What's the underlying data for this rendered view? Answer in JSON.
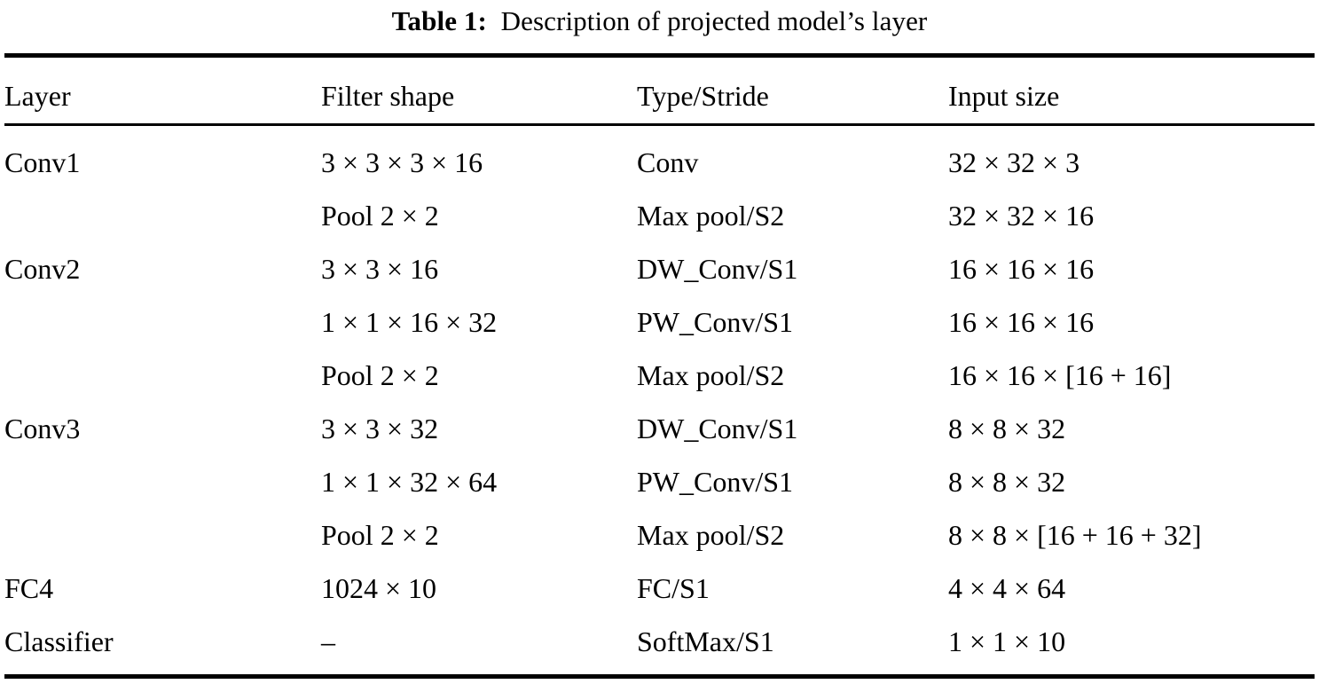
{
  "caption": {
    "label": "Table 1:",
    "text": "Description of projected model’s layer"
  },
  "table": {
    "columns": [
      "Layer",
      "Filter shape",
      "Type/Stride",
      "Input size"
    ],
    "rows": [
      {
        "layer": "Conv1",
        "filter_shape": "3 × 3 × 3 × 16",
        "type_stride": "Conv",
        "input_size": "32 × 32 × 3"
      },
      {
        "layer": "",
        "filter_shape": "Pool 2 × 2",
        "type_stride": "Max pool/S2",
        "input_size": "32 × 32 × 16"
      },
      {
        "layer": "Conv2",
        "filter_shape": "3 × 3 × 16",
        "type_stride": "DW_Conv/S1",
        "input_size": "16 × 16 × 16"
      },
      {
        "layer": "",
        "filter_shape": "1 × 1 × 16 × 32",
        "type_stride": "PW_Conv/S1",
        "input_size": "16 × 16 × 16"
      },
      {
        "layer": "",
        "filter_shape": "Pool 2 × 2",
        "type_stride": "Max pool/S2",
        "input_size": "16 × 16 × [16 + 16]"
      },
      {
        "layer": "Conv3",
        "filter_shape": "3 × 3 × 32",
        "type_stride": "DW_Conv/S1",
        "input_size": "8 × 8 × 32"
      },
      {
        "layer": "",
        "filter_shape": "1 × 1 × 32 × 64",
        "type_stride": "PW_Conv/S1",
        "input_size": "8 × 8 × 32"
      },
      {
        "layer": "",
        "filter_shape": "Pool 2 × 2",
        "type_stride": "Max pool/S2",
        "input_size": "8 × 8 × [16 + 16 + 32]"
      },
      {
        "layer": "FC4",
        "filter_shape": "1024 × 10",
        "type_stride": "FC/S1",
        "input_size": "4 × 4 × 64"
      },
      {
        "layer": "Classifier",
        "filter_shape": "–",
        "type_stride": "SoftMax/S1",
        "input_size": "1 × 1 × 10"
      }
    ]
  }
}
